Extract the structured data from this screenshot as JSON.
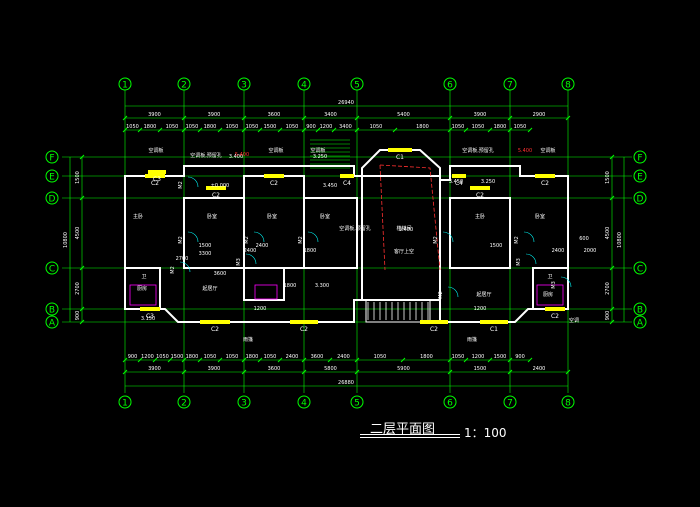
{
  "drawing": {
    "title": "二层平面图",
    "scale": "1：100",
    "grid_cols": [
      "1",
      "2",
      "3",
      "4",
      "5",
      "6",
      "7",
      "8"
    ],
    "grid_rows": [
      "F",
      "E",
      "D",
      "C",
      "B",
      "A"
    ],
    "top_dims_row1": [
      "3900",
      "3900",
      "3600",
      "3400",
      "5400",
      "3900",
      "2900"
    ],
    "top_dims_row2": [
      "1050",
      "1800",
      "1050",
      "1050",
      "1800",
      "1050",
      "1050",
      "1500",
      "1050",
      "900",
      "1200",
      "3400",
      "1050",
      "1800",
      "1050",
      "1050",
      "1800",
      "1050"
    ],
    "top_total": "26940",
    "bottom_total": "26880",
    "bottom_dims_row1": [
      "900",
      "1200",
      "1050",
      "1500",
      "1800",
      "1050",
      "1050",
      "1800",
      "1050",
      "2400",
      "3600",
      "2400",
      "1050",
      "1800",
      "1050",
      "1200",
      "1500",
      "900"
    ],
    "bottom_dims_row2": [
      "3900",
      "3900",
      "3600",
      "5800",
      "5900",
      "1500",
      "2400"
    ],
    "left_dims": [
      "1500",
      "4500",
      "2700",
      "900"
    ],
    "left_total": "10800",
    "right_dims": [
      "1500",
      "4500",
      "2700",
      "900"
    ],
    "right_total": "10800",
    "windows": [
      "C2",
      "C2",
      "C2",
      "C1",
      "C2",
      "C2",
      "C3",
      "C2",
      "C2",
      "C2",
      "C1",
      "C2",
      "C3",
      "C4",
      "C4"
    ],
    "doors": [
      "M2",
      "M2",
      "M2",
      "M2",
      "M2",
      "M2",
      "M3",
      "M3",
      "M2",
      "M2",
      "M3"
    ],
    "rooms": [
      "主卧",
      "卧室",
      "卧室",
      "卧室",
      "主卧",
      "卧室",
      "起居厅",
      "起居厅",
      "厨房",
      "厨房",
      "卫",
      "卫",
      "客厅上空",
      "楼梯间"
    ],
    "levels": [
      "±0.000",
      "3.450",
      "3.250",
      "3.400",
      "3.400",
      "3.250",
      "3.450",
      "5.400",
      "5.400",
      "3.300",
      "3.150"
    ],
    "notes": [
      "空调板",
      "空调板",
      "空调板",
      "空调板",
      "空调板,预留孔",
      "空调板,预留孔",
      "空调板,预留孔",
      "雨篷",
      "雨篷",
      "空调"
    ],
    "room_dims": [
      "1500",
      "2400",
      "1800",
      "1500",
      "2400",
      "1800",
      "2700",
      "3300",
      "3600",
      "2400",
      "600",
      "2000",
      "1200",
      "1200"
    ]
  }
}
